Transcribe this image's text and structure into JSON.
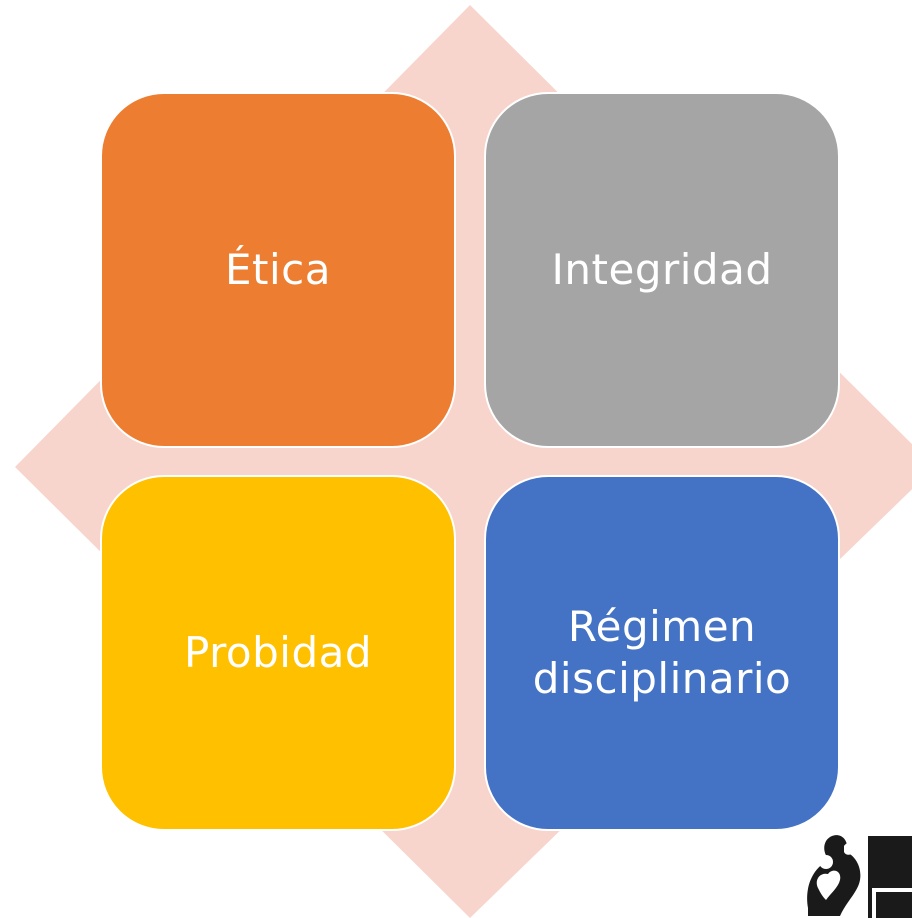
{
  "diagram": {
    "background_shape_color": "#F8D5CC",
    "tiles": [
      {
        "id": "tile-tl",
        "label": "Ética",
        "color": "#ED7D31"
      },
      {
        "id": "tile-tr",
        "label": "Integridad",
        "color": "#A5A5A5"
      },
      {
        "id": "tile-bl",
        "label": "Probidad",
        "color": "#FFC000"
      },
      {
        "id": "tile-br",
        "label": "Régimen disciplinario",
        "color": "#4472C4"
      }
    ]
  },
  "logo": {
    "icon": "parent-child-heart-logo-icon",
    "color": "#1a1a1a"
  }
}
